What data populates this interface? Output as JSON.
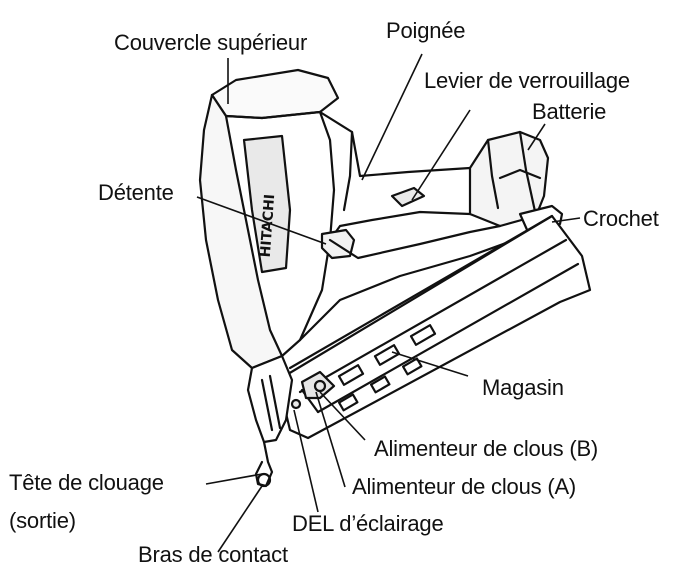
{
  "colors": {
    "ink": "#111111",
    "background": "#ffffff",
    "shade": "#e9e9e9"
  },
  "brand": {
    "text": "HITACHI"
  },
  "labels": {
    "top_cover": "Couvercle supérieur",
    "handle": "Poignée",
    "lock_lever": "Levier de verrouillage",
    "battery": "Batterie",
    "trigger": "Détente",
    "hook": "Crochet",
    "magazine": "Magasin",
    "nail_feeder_b": "Alimenteur de clous (B)",
    "nail_feeder_a": "Alimenteur de clous (A)",
    "nose_head_line1": "Tête de clouage",
    "nose_head_line2": "(sortie)",
    "led_light": "DEL d’éclairage",
    "contact_arm": "Bras de contact"
  }
}
